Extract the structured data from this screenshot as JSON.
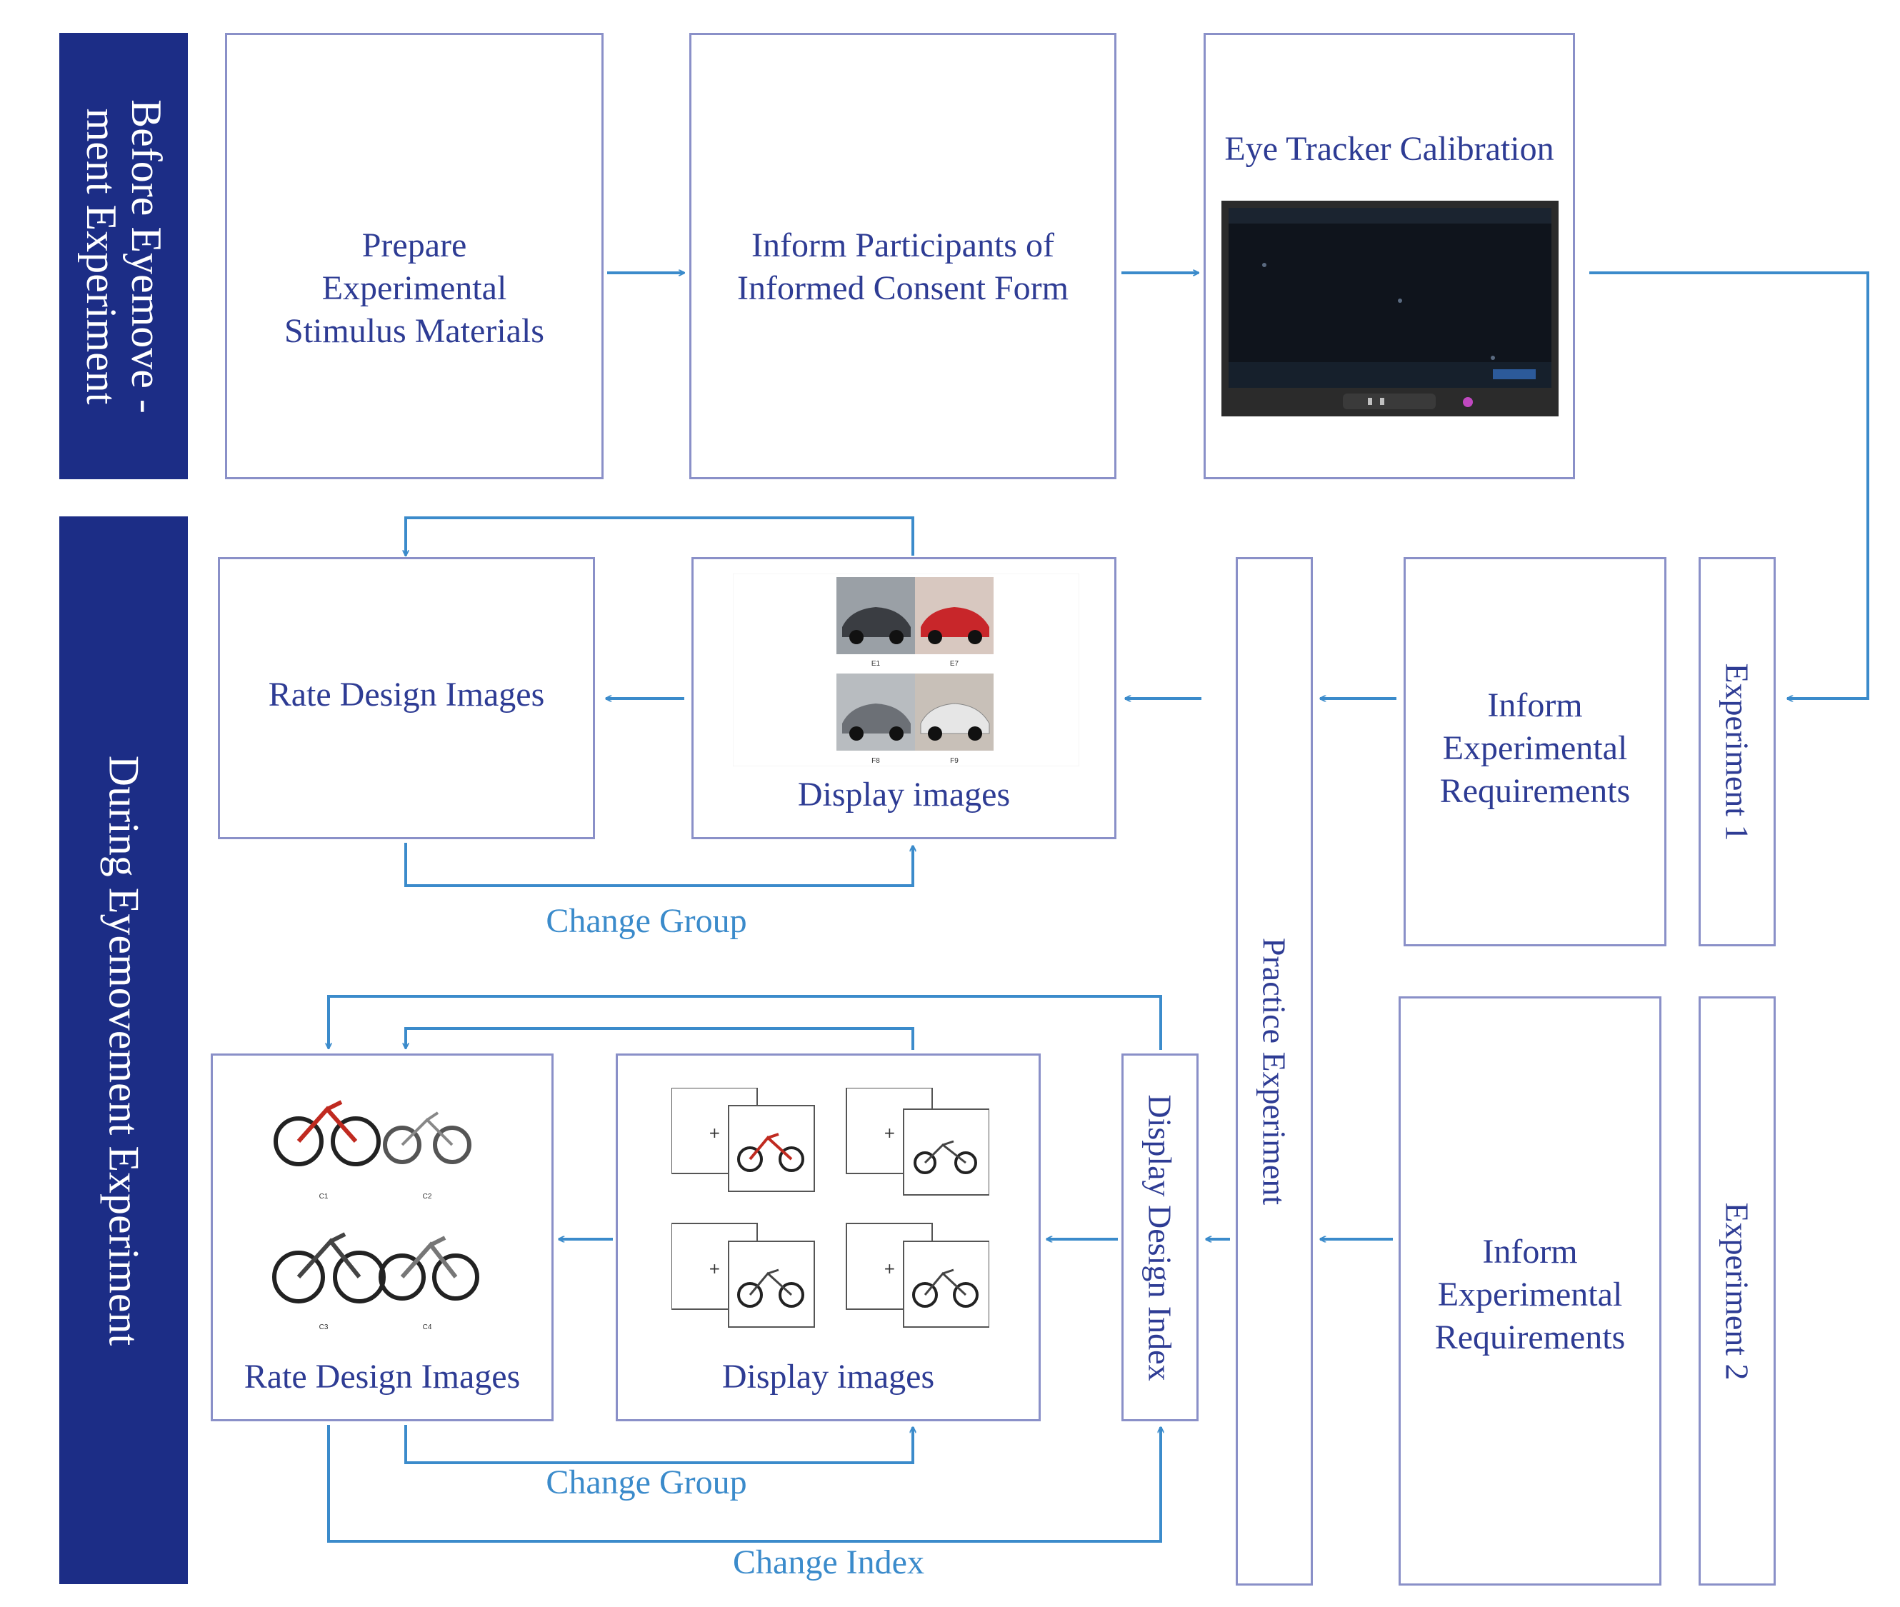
{
  "colors": {
    "band": "#1c2d86",
    "box_border": "#8a90c8",
    "box_text": "#2e3c94",
    "arrow": "#3b8bcb",
    "flow_text": "#3b8bcb"
  },
  "phases": {
    "before": "Before Eyemove -ment Experiment",
    "during": "During Eyemovement Experiment"
  },
  "before_steps": {
    "prepare": "Prepare Experimental Stimulus Materials",
    "inform_consent": "Inform Participants of Informed Consent Form",
    "calibration": "Eye Tracker Calibration"
  },
  "experiment1": {
    "tag": "Experiment 1",
    "inform": "Inform Experimental Requirements",
    "display": "Display images",
    "rate": "Rate Design Images",
    "loop": "Change Group",
    "car_codes": [
      "E1",
      "E7",
      "F8",
      "F9"
    ]
  },
  "experiment2": {
    "tag": "Experiment 2",
    "inform": "Inform Experimental Requirements",
    "index": "Display Design Index",
    "display": "Display images",
    "rate": "Rate Design Images",
    "loop_group": "Change Group",
    "loop_index": "Change Index",
    "bike_codes": [
      "C1",
      "C2",
      "C3",
      "C4"
    ]
  },
  "practice": "Practice Experiment",
  "icons": [
    "car-photo-icon",
    "bicycle-icon",
    "fixation-cross-icon",
    "monitor-screen-icon"
  ]
}
